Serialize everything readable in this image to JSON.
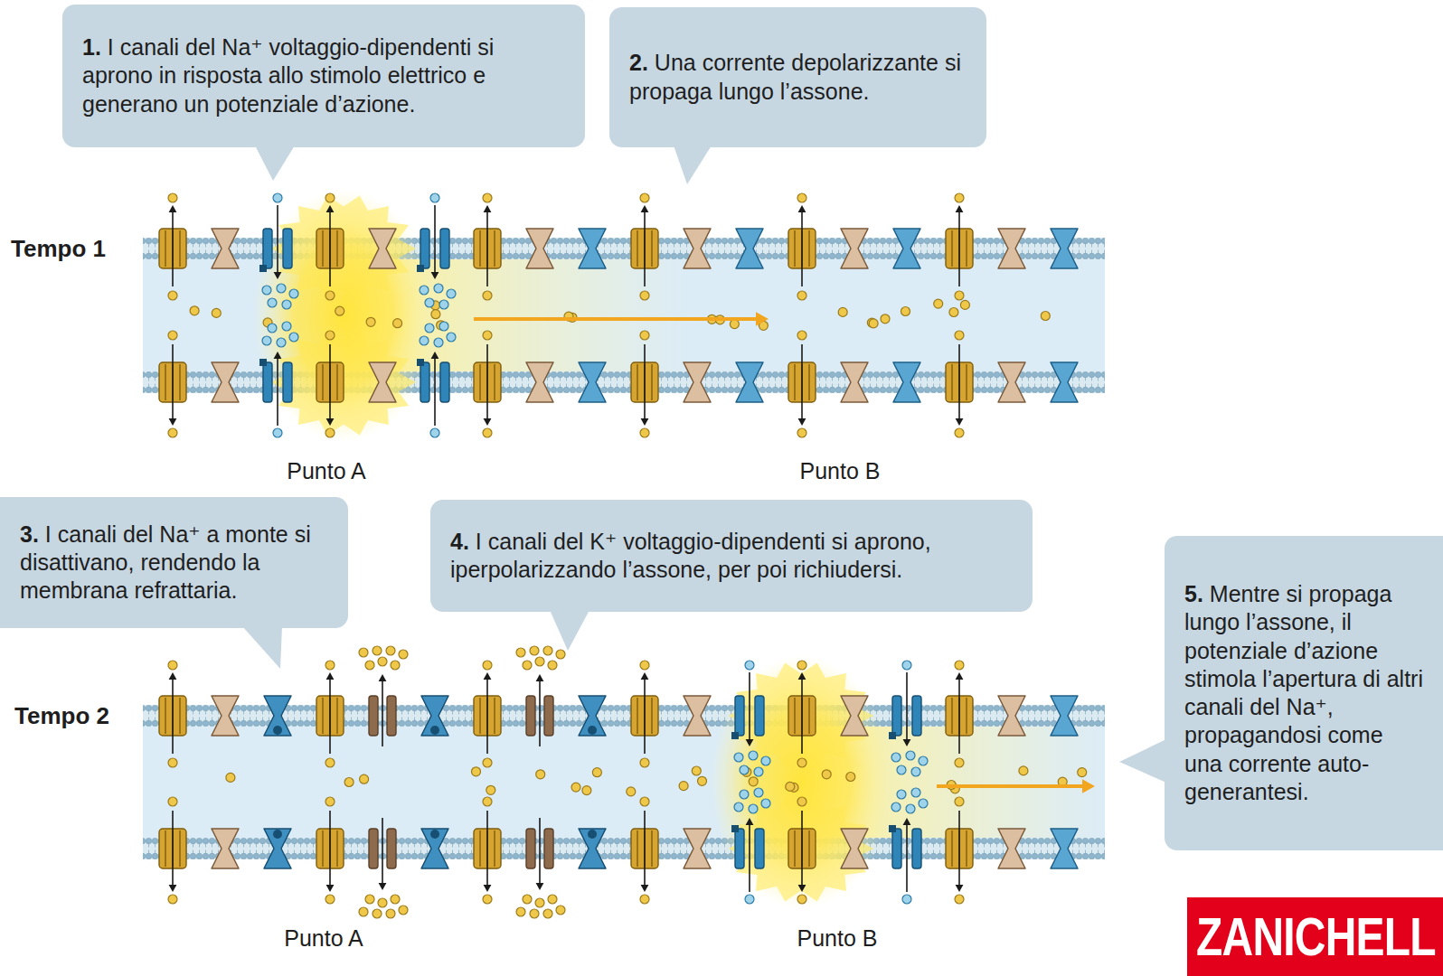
{
  "diagram": {
    "nodes": [
      {
        "text": [
          "1.",
          "I canali del Na⁺ voltaggio-dipendenti si aprono in risposta allo stimolo elettrico e generano un potenziale d’azione."
        ]
      },
      {
        "text": [
          "2.",
          "Una corrente depolarizzante si propaga lungo l’assone."
        ]
      },
      {
        "text": [
          "3.",
          "I canali del Na⁺ a monte si disattivano, rendendo la membrana refrattaria."
        ]
      },
      {
        "text": [
          "4.",
          "I canali del K⁺ voltaggio-dipendenti si aprono, iperpolarizzando l’assone, per poi richiudersi."
        ]
      },
      {
        "text": [
          "5.",
          "Mentre si propaga lungo l’assone, il potenziale d’azione stimola l’apertura di altri canali del Na⁺, propagandosi come una corrente auto-generantesi."
        ]
      },
      {
        "text": [
          "ZANICHELL"
        ]
      }
    ],
    "labels": [
      "Tempo 1",
      "Punto A",
      "Punto B",
      "Tempo 2",
      "Punto A",
      "Punto B"
    ]
  }
}
